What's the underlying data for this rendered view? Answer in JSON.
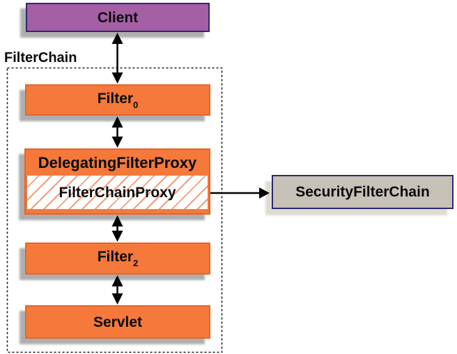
{
  "frame": {
    "label": "FilterChain"
  },
  "nodes": {
    "client": {
      "label": "Client"
    },
    "filter0": {
      "base": "Filter",
      "sub": "0"
    },
    "delegating_filter_proxy": {
      "label": "DelegatingFilterProxy"
    },
    "filter_chain_proxy": {
      "label": "FilterChainProxy"
    },
    "filter2": {
      "base": "Filter",
      "sub": "2"
    },
    "servlet": {
      "label": "Servlet"
    },
    "security_filter_chain": {
      "label": "SecurityFilterChain"
    }
  },
  "edges": [
    {
      "from": "client",
      "to": "filter0",
      "direction": "bidirectional"
    },
    {
      "from": "filter0",
      "to": "delegating_filter_proxy",
      "direction": "bidirectional"
    },
    {
      "from": "delegating_filter_proxy",
      "to": "filter2",
      "direction": "bidirectional"
    },
    {
      "from": "filter2",
      "to": "servlet",
      "direction": "bidirectional"
    },
    {
      "from": "filter_chain_proxy",
      "to": "security_filter_chain",
      "direction": "unidirectional"
    }
  ],
  "colors": {
    "box_orange_fill": "#f4793b",
    "box_orange_border": "#e2662d",
    "client_fill": "#a55fa5",
    "navy_border": "#2b2a6e",
    "security_fill": "#c7c2b8",
    "security_shadow": "#dedbd3",
    "shadow_gray": "#aeaeae",
    "hatch_line": "#efa07a",
    "arrow_color": "#000000",
    "frame_border": "#1a1a1a",
    "text_color": "#0a0a0a"
  }
}
